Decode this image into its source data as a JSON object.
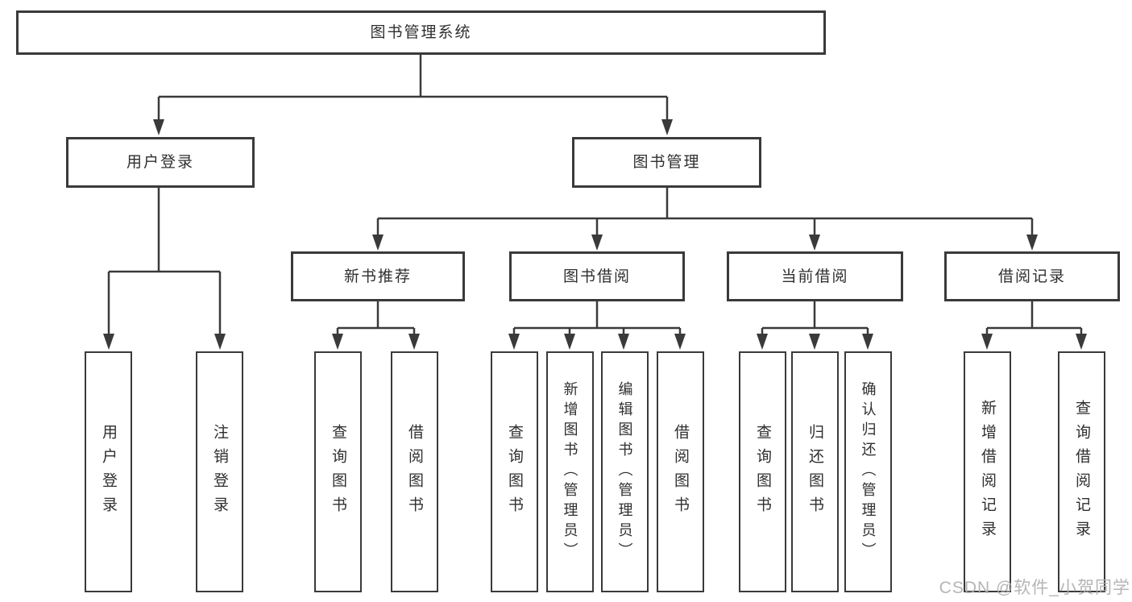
{
  "watermark": "CSDN @软件_小贺同学",
  "colors": {
    "line": "#3a3a3a",
    "border": "#3a3a3a",
    "text": "#2f2f2f",
    "watermark": "#adadad",
    "background": "#ffffff"
  },
  "diagram_type": "hierarchy-tree",
  "tree": {
    "label": "图书管理系统",
    "children": [
      {
        "label": "用户登录",
        "children": [
          {
            "label": "用户登录"
          },
          {
            "label": "注销登录"
          }
        ]
      },
      {
        "label": "图书管理",
        "children": [
          {
            "label": "新书推荐",
            "children": [
              {
                "label": "查询图书"
              },
              {
                "label": "借阅图书"
              }
            ]
          },
          {
            "label": "图书借阅",
            "children": [
              {
                "label": "查询图书"
              },
              {
                "label": "新增图书（管理员）"
              },
              {
                "label": "编辑图书（管理员）"
              },
              {
                "label": "借阅图书"
              }
            ]
          },
          {
            "label": "当前借阅",
            "children": [
              {
                "label": "查询图书"
              },
              {
                "label": "归还图书"
              },
              {
                "label": "确认归还（管理员）"
              }
            ]
          },
          {
            "label": "借阅记录",
            "children": [
              {
                "label": "新增借阅记录"
              },
              {
                "label": "查询借阅记录"
              }
            ]
          }
        ]
      }
    ]
  }
}
